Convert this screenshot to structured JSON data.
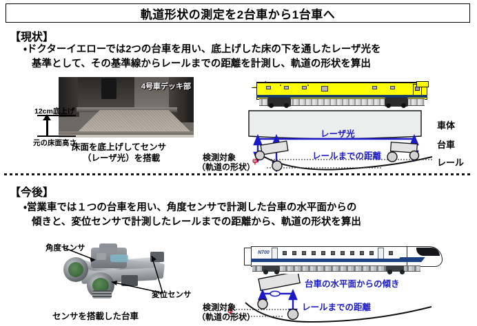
{
  "title": "軌道形状の測定を2台車から1台車へ",
  "sections": [
    {
      "heading": "【現状】",
      "body_lines": [
        "・ドクターイエローでは2つの台車を用い、底上げした床の下を通したレーザ光を",
        "基準として、その基準線からレールまでの距離を計測し、軌道の形状を算出"
      ],
      "photo": {
        "overlay_label": "4号車デッキ部",
        "callout_top": "12cm底上げ",
        "callout_bottom": "元の床面高さ",
        "caption_line1": "床面を底上げしてセンサ",
        "caption_line2": "（レーザ光）を搭載"
      },
      "diagram": {
        "laser_label": "レーザ光",
        "distance_label": "レールまでの距離",
        "detect_line1": "検測対象",
        "detect_line2": "（軌道の形状）",
        "phi_symbol": "φ",
        "side_labels": [
          "車体",
          "台車",
          "レール"
        ]
      }
    },
    {
      "heading": "【今後】",
      "body_lines": [
        "・営業車では１つの台車を用い、角度センサで計測した台車の水平面からの",
        "傾きと、変位センサで計測したレールまでの距離から、軌道の形状を算出"
      ],
      "photo": {
        "label_angle_sensor": "角度センサ",
        "label_disp_sensor": "変位センサ",
        "caption": "センサを搭載した台車"
      },
      "diagram": {
        "tilt_label": "台車の水平面からの傾き",
        "distance_label": "レールまでの距離",
        "detect_line1": "検測対象",
        "detect_line2": "（軌道の形状）",
        "phi_symbol": "φ"
      }
    }
  ],
  "colors": {
    "laser_blue": "#1a1ac8",
    "doctor_yellow": "#ffff00",
    "dy_stripe": "#173a6d",
    "n700_stripe": "#1b3f80",
    "phi_red": "#d8001a",
    "border": "#000000"
  }
}
